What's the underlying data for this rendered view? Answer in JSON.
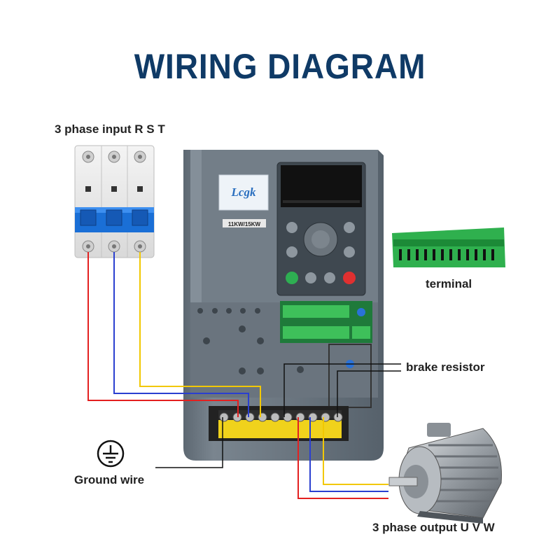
{
  "title": "WIRING DIAGRAM",
  "labels": {
    "input": "3 phase input R S T",
    "terminal": "terminal",
    "brake_resistor": "brake resistor",
    "ground_wire": "Ground wire",
    "output": "3 phase output U V W"
  },
  "inverter": {
    "brand": "Lcgk",
    "rating": "11KW/15KW"
  },
  "colors": {
    "title": "#0f3a66",
    "wire_red": "#e32020",
    "wire_blue": "#2a3fd0",
    "wire_yellow": "#f2c800",
    "wire_black": "#111111",
    "inverter_body": "#6f7a84",
    "breaker_blue": "#1a6fd6"
  },
  "icons": {
    "ground": "ground-icon"
  }
}
